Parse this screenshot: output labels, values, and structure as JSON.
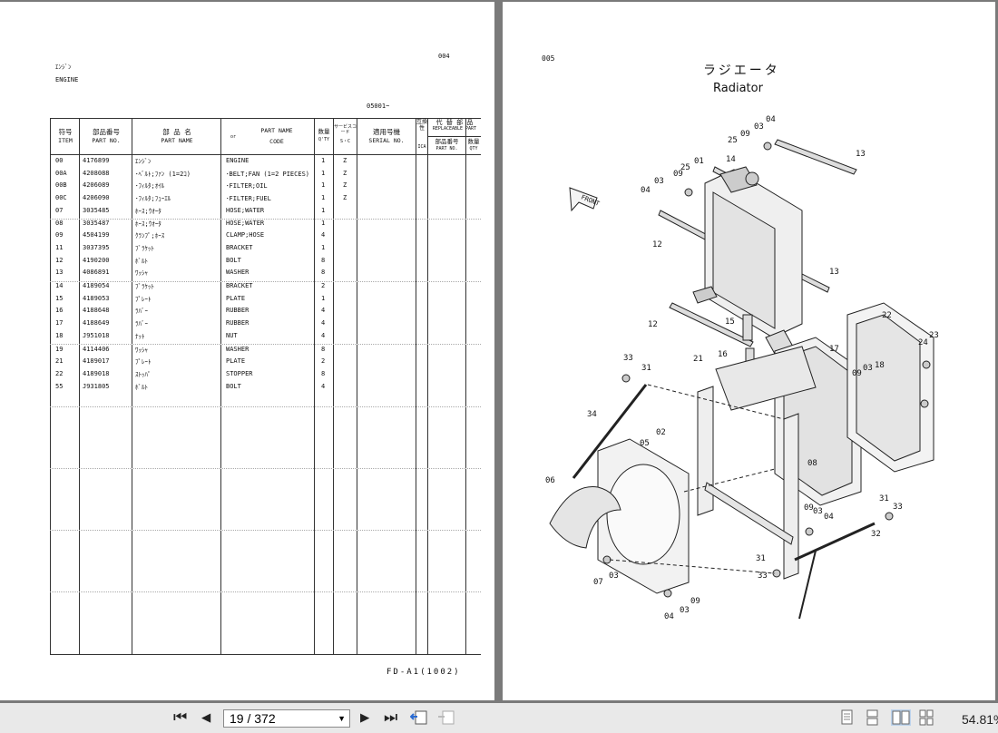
{
  "left_page": {
    "page_no": "004",
    "title_jp": "ｴﾝｼﾞﾝ",
    "title_en": "ENGINE",
    "serial_range": "05001~",
    "footer_code": "FD-A1(1002)",
    "headers": {
      "item_jp": "符号",
      "item_en": "ITEM",
      "partno_jp": "部品番号",
      "partno_en": "PART NO.",
      "name_jp": "部 品 名",
      "name_en": "PART NAME",
      "code_or": "or",
      "code_en": "PART NAME",
      "code_en2": "CODE",
      "qty_jp": "数量",
      "qty_en": "Q'TY",
      "sc_jp": "サービスコード",
      "sc_en": "S・C",
      "serial_jp": "適用号機",
      "serial_en": "SERIAL NO.",
      "ica_jp": "互換性",
      "ica_en": "ICA",
      "repl_jp": "代 替 部 品",
      "repl_en": "REPLACEABLE PART",
      "rpn_jp": "部品番号",
      "rpn_en": "PART NO.",
      "rqty_jp": "数量",
      "rqty_en": "QTY"
    },
    "rows": [
      {
        "item": "00",
        "part": "4176899",
        "jp": "ｴﾝｼﾞﾝ",
        "en": "ENGINE",
        "qty": "1",
        "sc": "Z"
      },
      {
        "item": "00A",
        "part": "4208088",
        "jp": "･ﾍﾞﾙﾄ;ﾌｧﾝ (1=2ｺ)",
        "en": "･BELT;FAN (1=2 PIECES)",
        "qty": "1",
        "sc": "Z"
      },
      {
        "item": "00B",
        "part": "4206089",
        "jp": "･ﾌｨﾙﾀ;ｵｲﾙ",
        "en": "･FILTER;OIL",
        "qty": "1",
        "sc": "Z"
      },
      {
        "item": "00C",
        "part": "4206090",
        "jp": "･ﾌｨﾙﾀ;ﾌｭｰｴﾙ",
        "en": "･FILTER;FUEL",
        "qty": "1",
        "sc": "Z"
      },
      {
        "item": "07",
        "part": "3035485",
        "jp": "ﾎｰｽ;ｳｵｰﾀ",
        "en": "HOSE;WATER",
        "qty": "1",
        "sc": ""
      },
      {
        "item": "08",
        "part": "3035487",
        "jp": "ﾎｰｽ;ｳｵｰﾀ",
        "en": "HOSE;WATER",
        "qty": "1",
        "sc": ""
      },
      {
        "item": "09",
        "part": "4504199",
        "jp": "ｸﾗﾝﾌﾟ;ﾎｰｽ",
        "en": "CLAMP;HOSE",
        "qty": "4",
        "sc": ""
      },
      {
        "item": "11",
        "part": "3037395",
        "jp": "ﾌﾞﾗｹｯﾄ",
        "en": "BRACKET",
        "qty": "1",
        "sc": ""
      },
      {
        "item": "12",
        "part": "4190200",
        "jp": "ﾎﾞﾙﾄ",
        "en": "BOLT",
        "qty": "8",
        "sc": ""
      },
      {
        "item": "13",
        "part": "4086891",
        "jp": "ﾜｯｼｬ",
        "en": "WASHER",
        "qty": "8",
        "sc": ""
      },
      {
        "item": "14",
        "part": "4189054",
        "jp": "ﾌﾞﾗｹｯﾄ",
        "en": "BRACKET",
        "qty": "2",
        "sc": ""
      },
      {
        "item": "15",
        "part": "4189053",
        "jp": "ﾌﾟﾚｰﾄ",
        "en": "PLATE",
        "qty": "1",
        "sc": ""
      },
      {
        "item": "16",
        "part": "4188648",
        "jp": "ﾗﾊﾞｰ",
        "en": "RUBBER",
        "qty": "4",
        "sc": ""
      },
      {
        "item": "17",
        "part": "4188649",
        "jp": "ﾗﾊﾞｰ",
        "en": "RUBBER",
        "qty": "4",
        "sc": ""
      },
      {
        "item": "18",
        "part": "J951018",
        "jp": "ﾅｯﾄ",
        "en": "NUT",
        "qty": "4",
        "sc": ""
      },
      {
        "item": "19",
        "part": "4114406",
        "jp": "ﾜｯｼｬ",
        "en": "WASHER",
        "qty": "8",
        "sc": ""
      },
      {
        "item": "21",
        "part": "4189017",
        "jp": "ﾌﾟﾚｰﾄ",
        "en": "PLATE",
        "qty": "2",
        "sc": ""
      },
      {
        "item": "22",
        "part": "4189018",
        "jp": "ｽﾄｯﾊﾟ",
        "en": "STOPPER",
        "qty": "8",
        "sc": ""
      },
      {
        "item": "55",
        "part": "J931805",
        "jp": "ﾎﾞﾙﾄ",
        "en": "BOLT",
        "qty": "4",
        "sc": ""
      }
    ]
  },
  "right_page": {
    "page_no": "005",
    "title_jp": "ラジエータ",
    "title_en": "Radiator",
    "front_label": "FRONT",
    "callouts": [
      "04",
      "03",
      "09",
      "25",
      "01",
      "14",
      "13",
      "09",
      "25",
      "03",
      "04",
      "12",
      "13",
      "12",
      "15",
      "16",
      "17",
      "22",
      "23",
      "24",
      "18",
      "03",
      "09",
      "33",
      "31",
      "21",
      "34",
      "02",
      "05",
      "08",
      "06",
      "09",
      "03",
      "04",
      "31",
      "33",
      "32",
      "31",
      "07",
      "03",
      "33",
      "04",
      "03",
      "09"
    ]
  },
  "toolbar": {
    "first_page": "first-page",
    "prev_page": "previous-page",
    "page_indicator": "19 / 372",
    "next_page": "next-page",
    "last_page": "last-page",
    "zoom": "54.81%"
  }
}
